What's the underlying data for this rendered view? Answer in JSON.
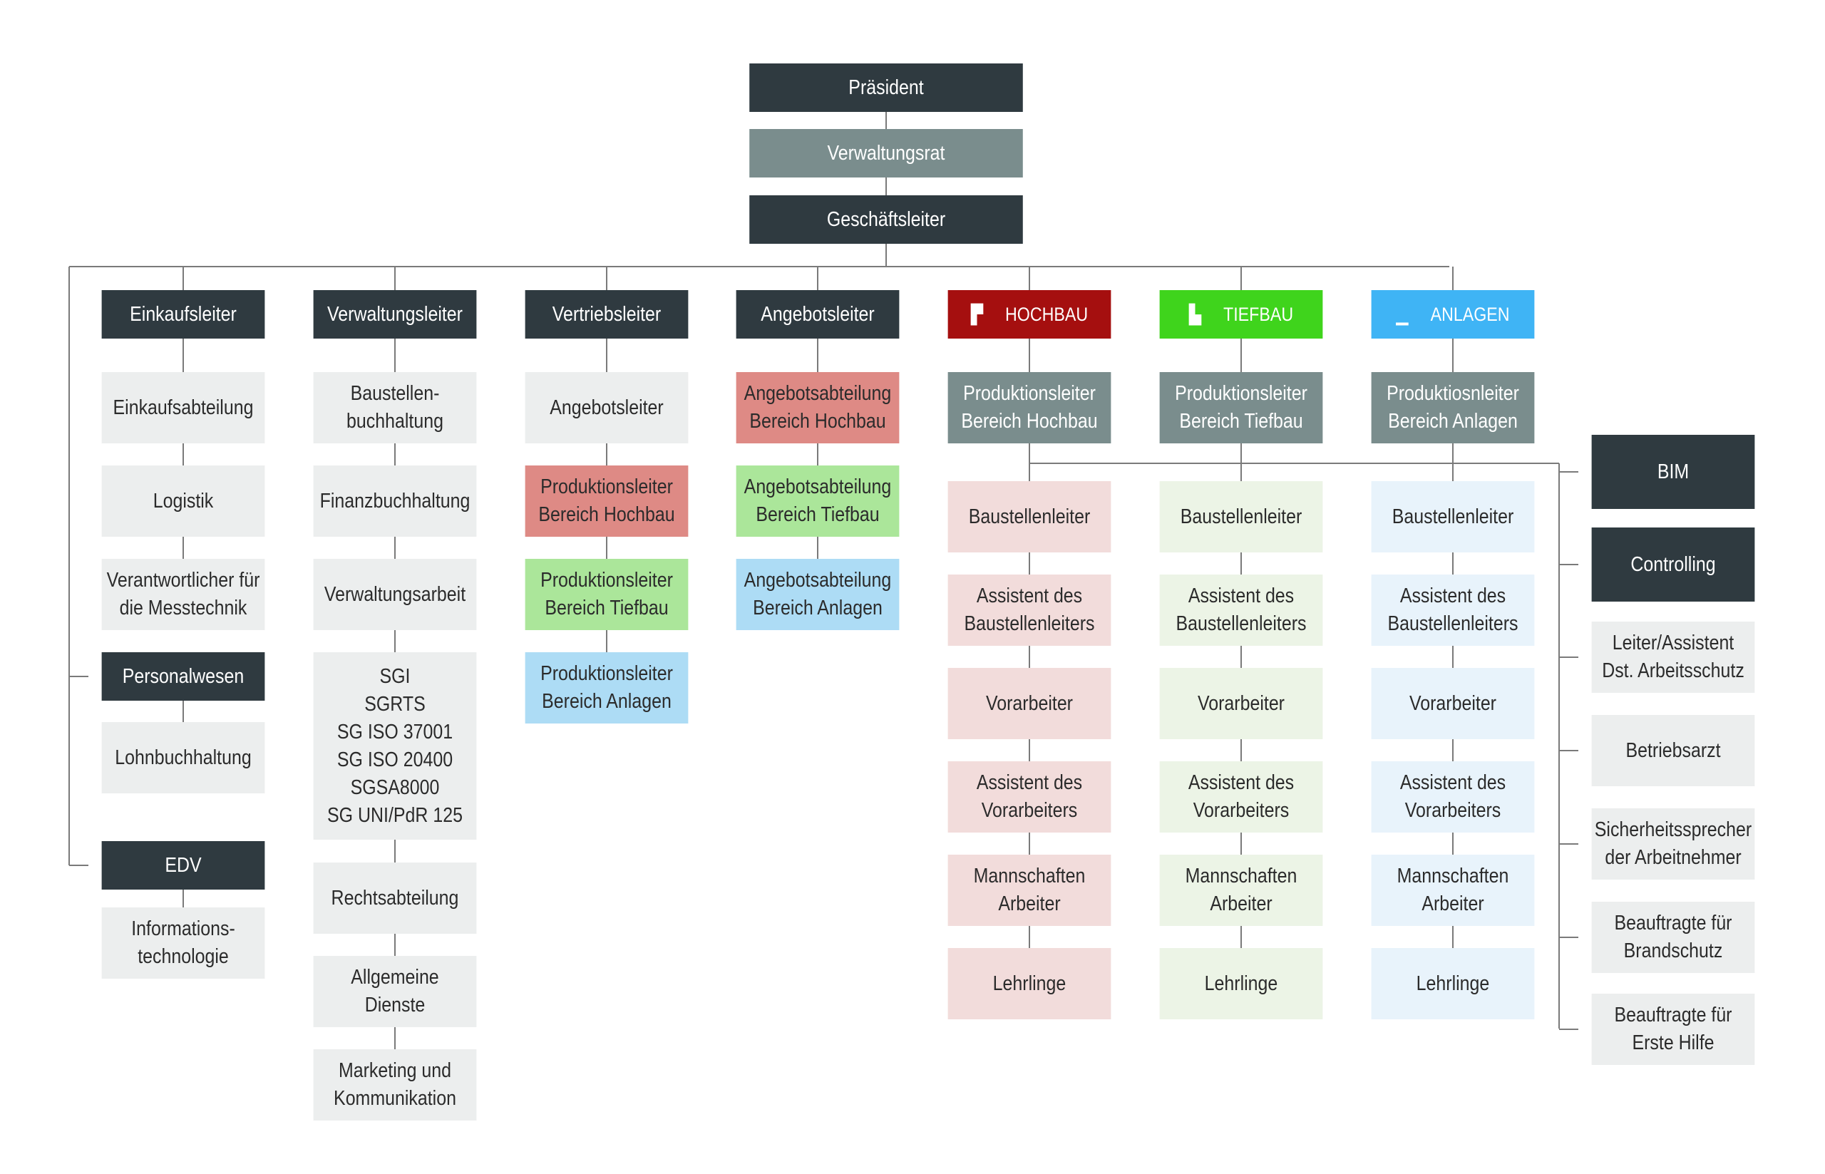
{
  "colors": {
    "dark": "#2f3a40",
    "mid": "#7a8d8d",
    "grey": "#eceeee",
    "hochbau_header": "#a50f0f",
    "tiefbau_header": "#3fd41c",
    "anlagen_header": "#3fb4f5",
    "hochbau_medium": "#de8a85",
    "tiefbau_medium": "#abe69a",
    "anlagen_medium": "#addcf5",
    "hochbau_light": "#f2dcdb",
    "tiefbau_light": "#ecf4e6",
    "anlagen_light": "#e8f3fb",
    "line": "#7a7a7a"
  },
  "top": {
    "president": "Präsident",
    "board": "Verwaltungsrat",
    "manager": "Geschäftsleiter"
  },
  "einkauf": {
    "header": "Einkaufsleiter",
    "items": [
      [
        "Einkaufsabteilung"
      ],
      [
        "Logistik"
      ],
      [
        "Verantwortlicher für",
        "die Messtechnik"
      ]
    ],
    "personal_header": "Personalwesen",
    "personal_items": [
      [
        "Lohnbuchhaltung"
      ]
    ],
    "edv_header": "EDV",
    "edv_items": [
      [
        "Informations-",
        "technologie"
      ]
    ]
  },
  "verwaltung": {
    "header": "Verwaltungsleiter",
    "items": [
      [
        "Baustellen-",
        "buchhaltung"
      ],
      [
        "Finanzbuchhaltung"
      ],
      [
        "Verwaltungsarbeit"
      ],
      [
        "SGI",
        "SGRTS",
        "SG ISO 37001",
        "SG ISO 20400",
        "SGSA8000",
        "SG UNI/PdR 125"
      ],
      [
        "Rechtsabteilung"
      ],
      [
        "Allgemeine",
        "Dienste"
      ],
      [
        "Marketing und",
        "Kommunikation"
      ]
    ]
  },
  "vertrieb": {
    "header": "Vertriebsleiter",
    "items": [
      [
        "Angebotsleiter"
      ],
      [
        "Produktionsleiter",
        "Bereich Hochbau"
      ],
      [
        "Produktionsleiter",
        "Bereich Tiefbau"
      ],
      [
        "Produktionsleiter",
        "Bereich Anlagen"
      ]
    ]
  },
  "angebot": {
    "header": "Angebotsleiter",
    "items": [
      [
        "Angebotsabteilung",
        "Bereich Hochbau"
      ],
      [
        "Angebotsabteilung",
        "Bereich Tiefbau"
      ],
      [
        "Angebotsabteilung",
        "Bereich Anlagen"
      ]
    ]
  },
  "hochbau": {
    "header": "HOCHBAU",
    "icon": "hochbau-icon",
    "lead": [
      "Produktionsleiter",
      "Bereich Hochbau"
    ],
    "items": [
      [
        "Baustellenleiter"
      ],
      [
        "Assistent des",
        "Baustellenleiters"
      ],
      [
        "Vorarbeiter"
      ],
      [
        "Assistent des",
        "Vorarbeiters"
      ],
      [
        "Mannschaften",
        "Arbeiter"
      ],
      [
        "Lehrlinge"
      ]
    ]
  },
  "tiefbau": {
    "header": "TIEFBAU",
    "icon": "tiefbau-icon",
    "lead": [
      "Produktionsleiter",
      "Bereich Tiefbau"
    ],
    "items": [
      [
        "Baustellenleiter"
      ],
      [
        "Assistent des",
        "Baustellenleiters"
      ],
      [
        "Vorarbeiter"
      ],
      [
        "Assistent des",
        "Vorarbeiters"
      ],
      [
        "Mannschaften",
        "Arbeiter"
      ],
      [
        "Lehrlinge"
      ]
    ]
  },
  "anlagen": {
    "header": "ANLAGEN",
    "icon": "anlagen-icon",
    "lead": [
      "Produktiosnleiter",
      "Bereich Anlagen"
    ],
    "items": [
      [
        "Baustellenleiter"
      ],
      [
        "Assistent des",
        "Baustellenleiters"
      ],
      [
        "Vorarbeiter"
      ],
      [
        "Assistent des",
        "Vorarbeiters"
      ],
      [
        "Mannschaften",
        "Arbeiter"
      ],
      [
        "Lehrlinge"
      ]
    ]
  },
  "staff": {
    "bim": "BIM",
    "controlling": "Controlling",
    "items": [
      [
        "Leiter/Assistent",
        "Dst. Arbeitsschutz"
      ],
      [
        "Betriebsarzt"
      ],
      [
        "Sicherheitssprecher",
        "der Arbeitnehmer"
      ],
      [
        "Beauftragte für",
        "Brandschutz"
      ],
      [
        "Beauftragte für",
        "Erste Hilfe"
      ]
    ]
  }
}
